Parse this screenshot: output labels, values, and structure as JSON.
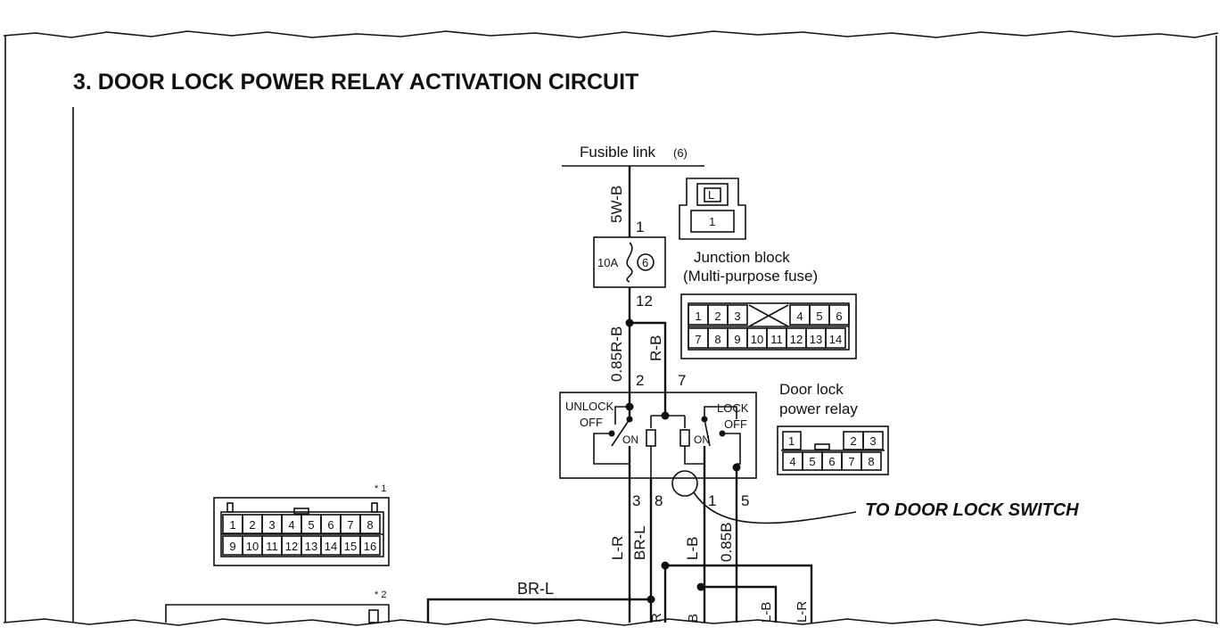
{
  "title": "3.  DOOR LOCK POWER RELAY ACTIVATION CIRCUIT",
  "fusible_link": {
    "label": "Fusible link",
    "number": "(6)"
  },
  "fusible_link_connector": {
    "top": "L",
    "bottom": "1"
  },
  "wires": {
    "top": "5W-B",
    "main": "0.85R-B",
    "branch": "R-B",
    "out_3": "L-R",
    "out_8": "BR-L",
    "out_1": "L-B",
    "out_5": "0.85B",
    "bottom_horizontal": "BR-L",
    "bottom_stubs": [
      "R",
      "B",
      "L-B",
      "L-R"
    ]
  },
  "fuse": {
    "rating": "10A",
    "number": "6"
  },
  "pins": {
    "top": "1",
    "fuse_out": "12",
    "relay_2": "2",
    "relay_7": "7",
    "relay_3": "3",
    "relay_8": "8",
    "relay_1": "1",
    "relay_5": "5"
  },
  "relay_labels": {
    "unlock": "UNLOCK",
    "off_left": "OFF",
    "lock": "LOCK",
    "off_right": "OFF",
    "on_left": "ON",
    "on_right": "ON"
  },
  "junction_block": {
    "label_line1": "Junction block",
    "label_line2": "(Multi-purpose fuse)",
    "row1_left": [
      "1",
      "2",
      "3"
    ],
    "row1_right": [
      "4",
      "5",
      "6"
    ],
    "row2": [
      "7",
      "8",
      "9",
      "10",
      "11",
      "12",
      "13",
      "14"
    ]
  },
  "door_lock_relay": {
    "label_line1": "Door lock",
    "label_line2": "power relay",
    "row1_left": "1",
    "row1_right": [
      "2",
      "3"
    ],
    "row2": [
      "4",
      "5",
      "6",
      "7",
      "8"
    ]
  },
  "connector_star1": {
    "marker": "* 1",
    "row1": [
      "1",
      "2",
      "3",
      "4",
      "5",
      "6",
      "7",
      "8"
    ],
    "row2": [
      "9",
      "10",
      "11",
      "12",
      "13",
      "14",
      "15",
      "16"
    ]
  },
  "connector_star2": {
    "marker": "* 2"
  },
  "annotation": "TO DOOR LOCK SWITCH"
}
